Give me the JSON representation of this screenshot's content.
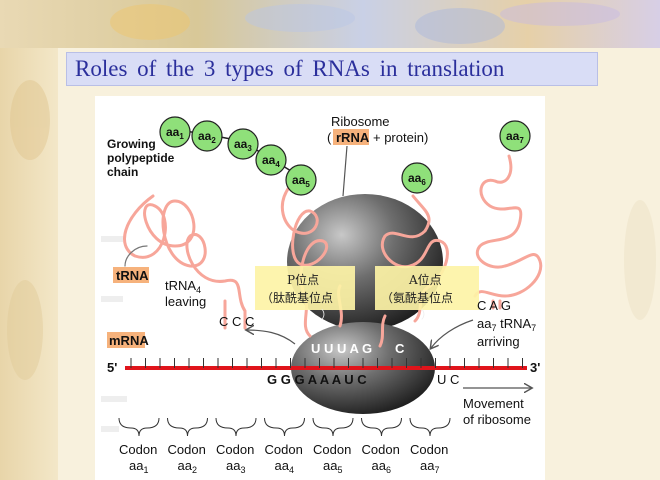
{
  "slide": {
    "title": "Roles of the 3 types of RNAs in translation"
  },
  "diagram": {
    "growing_chain_label": [
      "Growing",
      "polypeptide",
      "chain"
    ],
    "ribosome_label": "Ribosome",
    "rrna_tag": "rRNA",
    "rrna_suffix": "+ protein)",
    "open_paren": "(",
    "trna_tag": "tRNA",
    "mrna_tag": "mRNA",
    "trna4_leaving": [
      "tRNA",
      "4",
      "leaving"
    ],
    "trna7_arriving": [
      "aa",
      "7",
      " tRNA",
      "7",
      "arriving"
    ],
    "p_site": [
      "P位点",
      "（肽酰基位点"
    ],
    "a_site": [
      "A位点",
      "（氨酰基位点"
    ],
    "p_site_close": "）",
    "a_site_close": "）",
    "anticodon_left": "C C C",
    "anticodon_right": "C A G",
    "bound_anticodon": "U U U A G",
    "bound_anticodon_tail": "C",
    "mrna_seq": "G G G A A A U C",
    "mrna_tail": "U C",
    "five_prime": "5'",
    "three_prime": "3'",
    "movement_label": [
      "Movement",
      "of ribosome"
    ],
    "chain_aa": [
      {
        "base": "aa",
        "sub": "1"
      },
      {
        "base": "aa",
        "sub": "2"
      },
      {
        "base": "aa",
        "sub": "3"
      },
      {
        "base": "aa",
        "sub": "4"
      },
      {
        "base": "aa",
        "sub": "5"
      }
    ],
    "aa6": {
      "base": "aa",
      "sub": "6"
    },
    "aa7": {
      "base": "aa",
      "sub": "7"
    },
    "codons": [
      {
        "label": "Codon",
        "aa": "aa",
        "sub": "1"
      },
      {
        "label": "Codon",
        "aa": "aa",
        "sub": "2"
      },
      {
        "label": "Codon",
        "aa": "aa",
        "sub": "3"
      },
      {
        "label": "Codon",
        "aa": "aa",
        "sub": "4"
      },
      {
        "label": "Codon",
        "aa": "aa",
        "sub": "5"
      },
      {
        "label": "Codon",
        "aa": "aa",
        "sub": "6"
      },
      {
        "label": "Codon",
        "aa": "aa",
        "sub": "7"
      }
    ],
    "colors": {
      "aa_fill": "#8fe07a",
      "trna": "#f7a69a",
      "mrna_line": "#e0141b",
      "tag": "#f6b27c",
      "site_box": "#fdf3a6",
      "ribosome": "#505050"
    }
  }
}
